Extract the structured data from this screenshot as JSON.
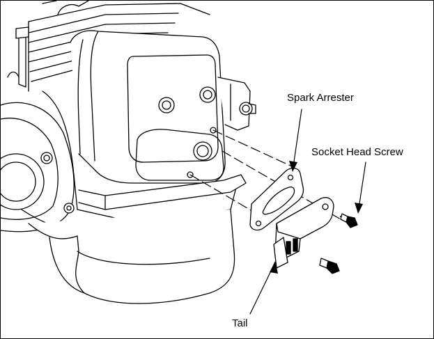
{
  "figure": {
    "callouts": {
      "spark_arrester": "Spark Arrester",
      "socket_head_screw": "Socket Head Screw",
      "tail": "Tail"
    }
  }
}
